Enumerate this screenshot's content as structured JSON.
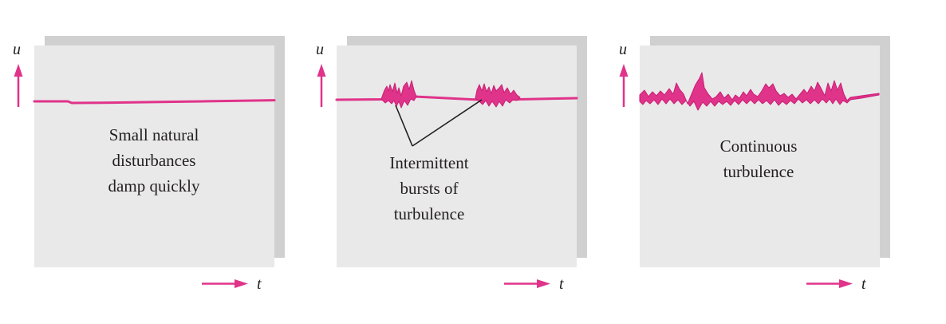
{
  "figure": {
    "colors": {
      "signal": "#e0338a",
      "panel_face": "#e9e9e9",
      "panel_shadow": "#d0d0d0",
      "text": "#231f20"
    },
    "panels": [
      {
        "id": "laminar",
        "u_label": "u",
        "t_label": "t",
        "caption": [
          "Small natural",
          "disturbances",
          "damp quickly"
        ],
        "signal": "smooth line"
      },
      {
        "id": "transitional",
        "u_label": "u",
        "t_label": "t",
        "caption": [
          "Intermittent",
          "bursts of",
          "turbulence"
        ],
        "signal": "intermittent bursts"
      },
      {
        "id": "turbulent",
        "u_label": "u",
        "t_label": "t",
        "caption": [
          "Continuous",
          "turbulence"
        ],
        "signal": "continuous fluctuations"
      }
    ]
  }
}
